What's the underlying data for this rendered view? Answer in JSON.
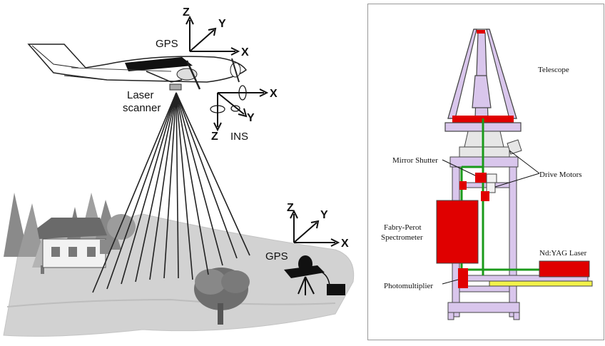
{
  "left_diagram": {
    "airborne_gps_label": "GPS",
    "aircraft_axes": {
      "z": "Z",
      "y": "Y",
      "x": "X"
    },
    "laser_scanner_label_line1": "Laser",
    "laser_scanner_label_line2": "scanner",
    "ins_label": "INS",
    "ins_axes": {
      "z": "Z",
      "y": "Y",
      "x": "X"
    },
    "ground_gps_label": "GPS",
    "ground_axes": {
      "z": "Z",
      "y": "Y",
      "x": "X"
    }
  },
  "right_diagram": {
    "labels": {
      "telescope": "Telescope",
      "mirror_shutter": "Mirror Shutter",
      "drive_motors": "Drive Motors",
      "fabry_perot_line1": "Fabry-Perot",
      "fabry_perot_line2": "Spectrometer",
      "nd_yag_laser": "Nd:YAG Laser",
      "photomultiplier": "Photomultiplier"
    },
    "colors": {
      "frame": "#d9c6ec",
      "component": "#e00000",
      "optical_path": "#1a9a1a",
      "rail": "#f2f24a"
    }
  }
}
